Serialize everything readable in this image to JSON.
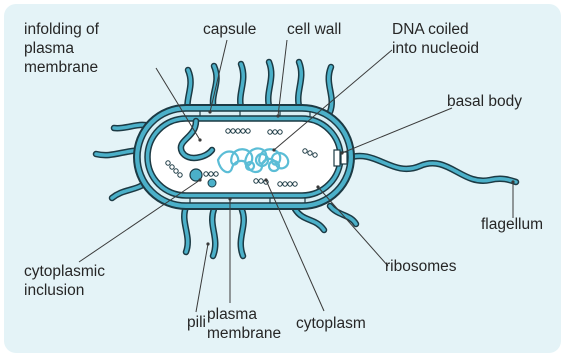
{
  "colors": {
    "panel_background": "#e4f3f7",
    "cell_fill": "#4bb0c9",
    "cell_outline": "#1c3a44",
    "interior": "#ffffff",
    "dna": "#5bbdd6",
    "leader_line": "#3a3a3a",
    "text": "#262626"
  },
  "labels": {
    "infolding": "infolding of\nplasma\nmembrane",
    "capsule": "capsule",
    "cell_wall": "cell wall",
    "dna": "DNA coiled\ninto nucleoid",
    "basal_body": "basal body",
    "flagellum": "flagellum",
    "ribosomes": "ribosomes",
    "cytoplasm": "cytoplasm",
    "plasma_membrane": "plasma\nmembrane",
    "pili": "pili",
    "cytoplasmic_inclusion": "cytoplasmic\ninclusion"
  }
}
